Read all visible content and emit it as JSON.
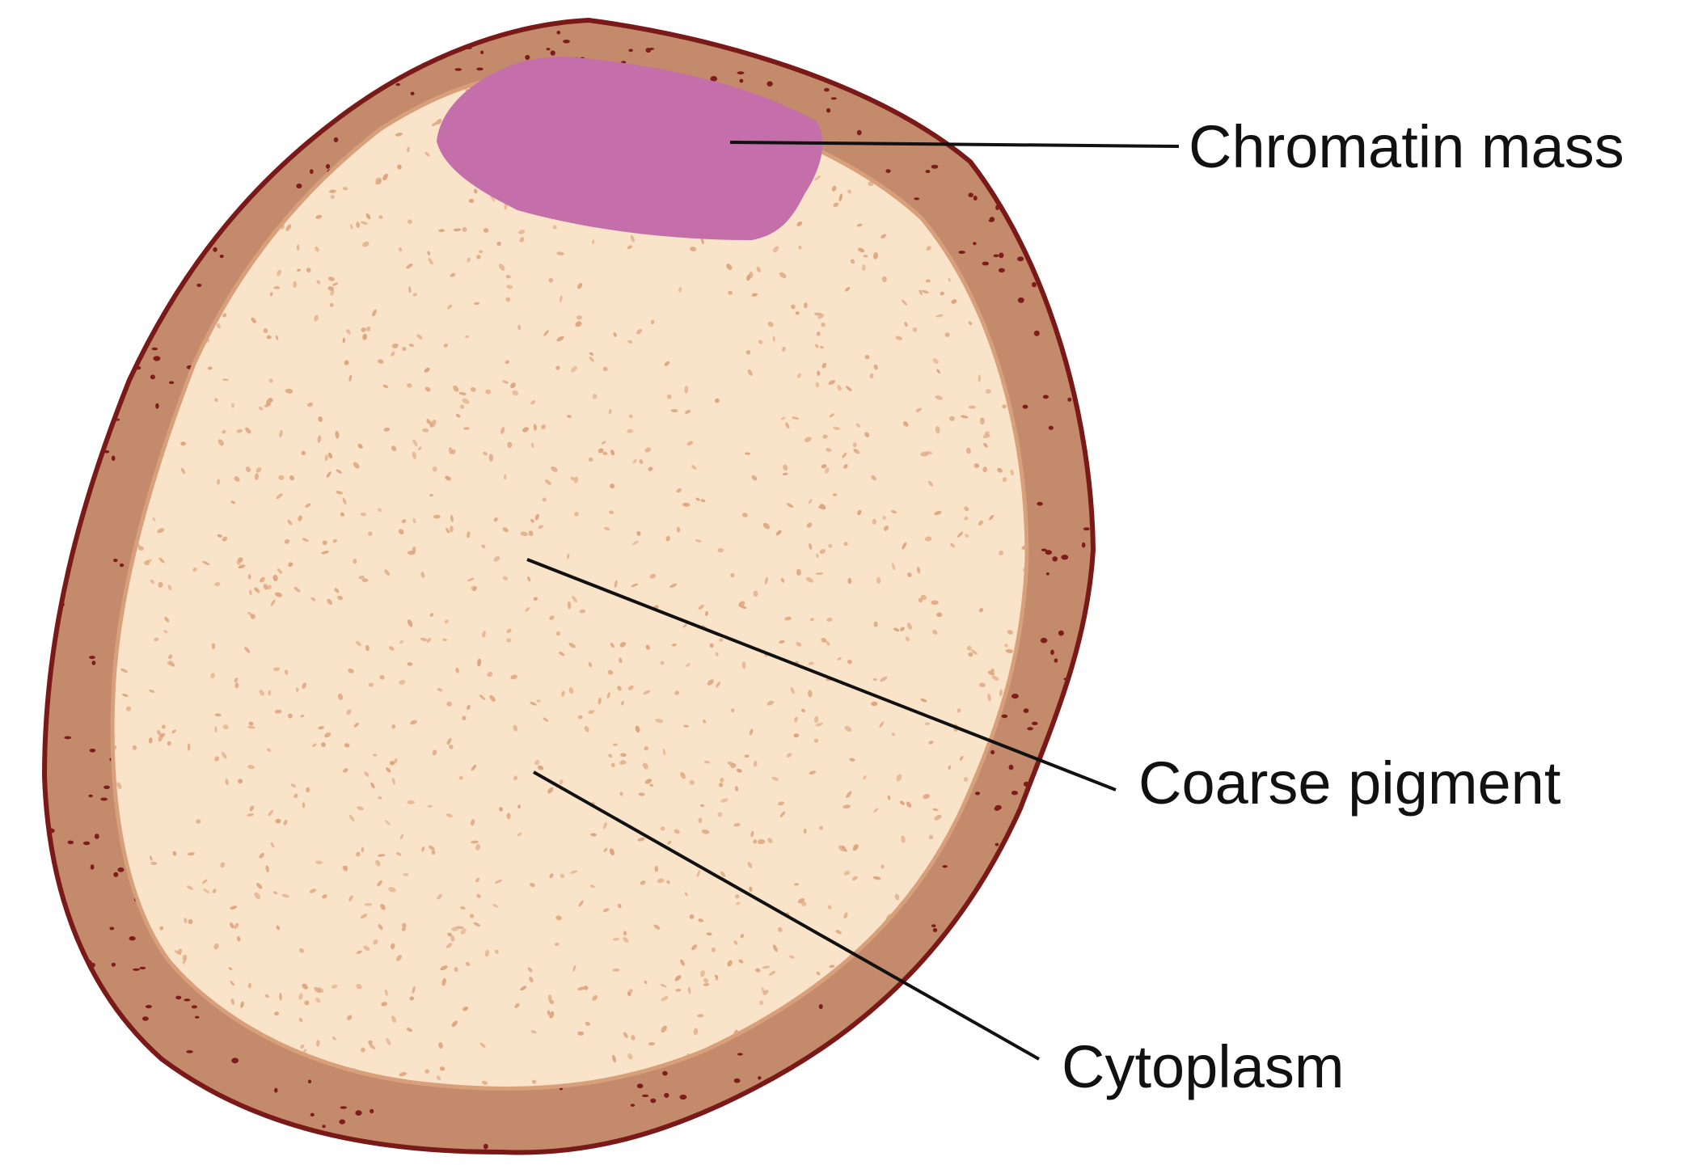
{
  "labels": {
    "chromatin": "Chromatin mass",
    "pigment": "Coarse pigment",
    "cytoplasm": "Cytoplasm"
  },
  "colors": {
    "outline": "#7a1a18",
    "rim": "#c48a6c",
    "rim_highlight": "#d8a07a",
    "cytoplasm_fill": "#f9e3c9",
    "fine_granules": "#dba27b",
    "coarse_granules": "#7d1c1a",
    "chromatin_fill": "#c46fa9",
    "leader_line": "#111111"
  }
}
